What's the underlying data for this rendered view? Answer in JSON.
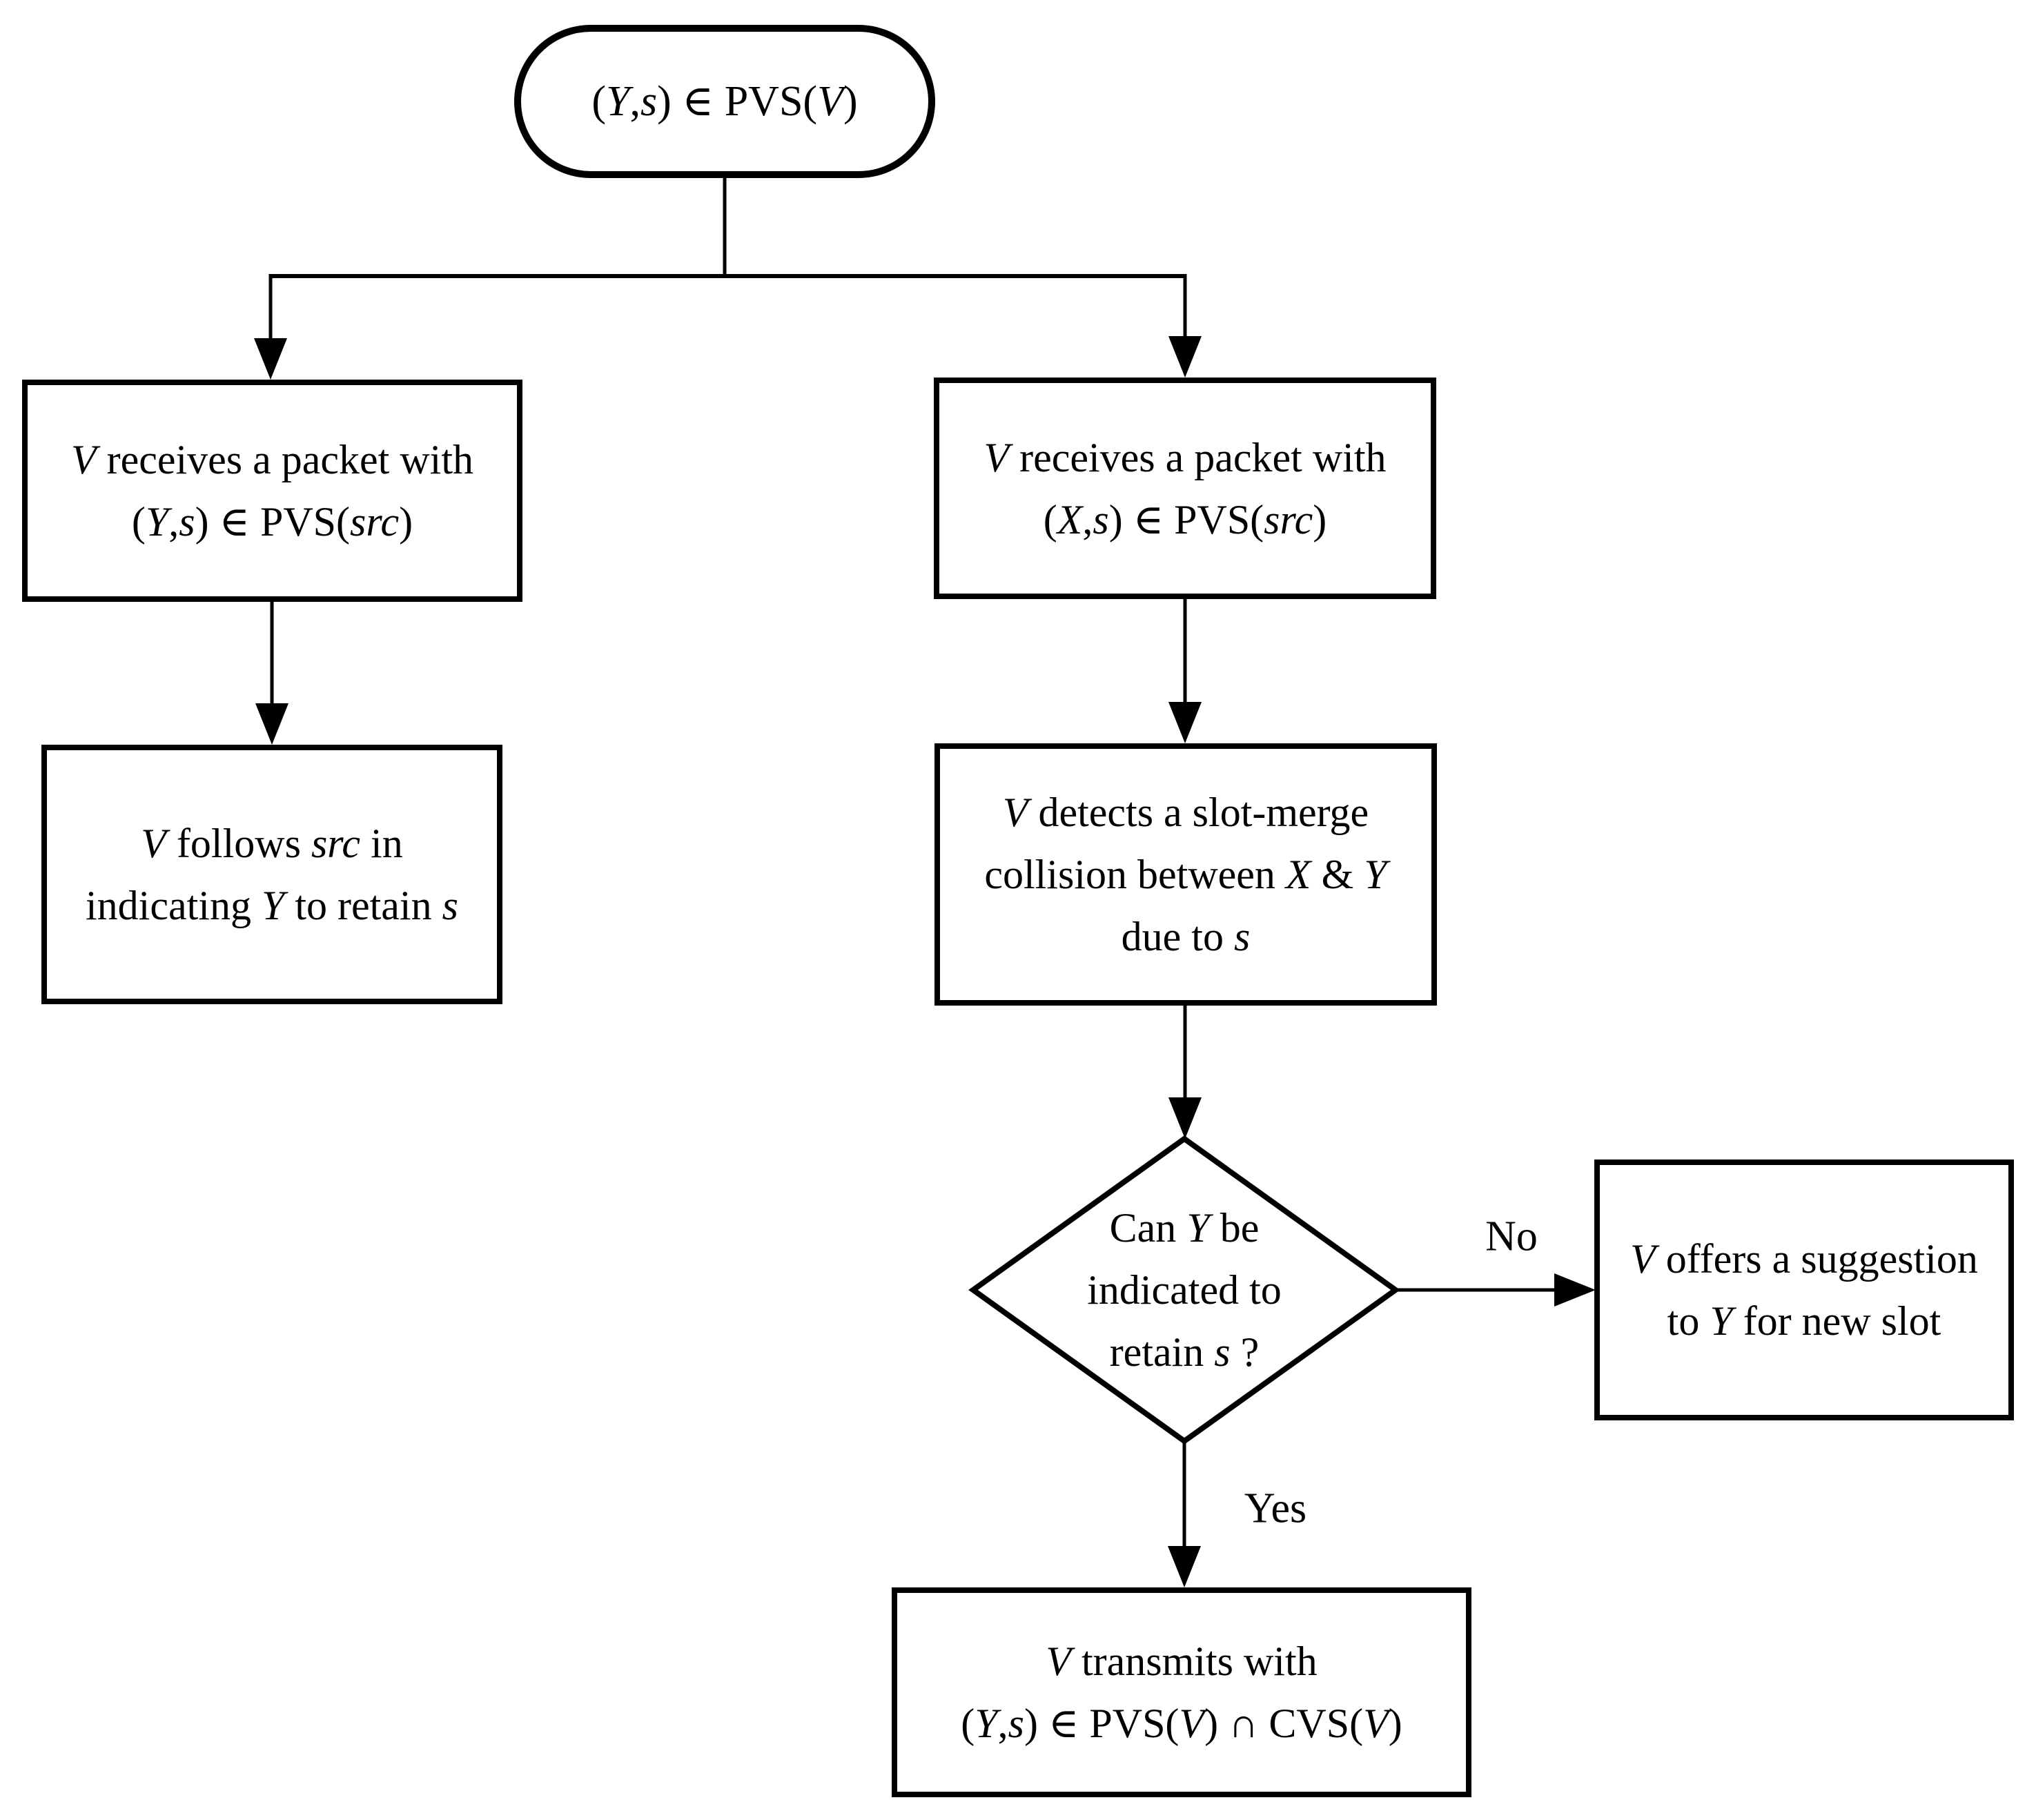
{
  "page": {
    "background": "#ffffff",
    "stroke_color": "#000000",
    "text_color": "#000000"
  },
  "flowchart": {
    "nodes": [
      {
        "id": "start",
        "shape": "terminator",
        "lines": [
          [
            {
              "t": "(",
              "i": false
            },
            {
              "t": "Y",
              "i": true
            },
            {
              "t": ",",
              "i": false
            },
            {
              "t": "s",
              "i": true
            },
            {
              "t": ") ∈ PVS(",
              "i": false
            },
            {
              "t": "V",
              "i": true
            },
            {
              "t": ")",
              "i": false
            }
          ]
        ]
      },
      {
        "id": "receive-y",
        "shape": "process",
        "lines": [
          [
            {
              "t": "V",
              "i": true
            },
            {
              "t": " receives a packet with",
              "i": false
            }
          ],
          [
            {
              "t": "(",
              "i": false
            },
            {
              "t": "Y",
              "i": true
            },
            {
              "t": ",",
              "i": false
            },
            {
              "t": "s",
              "i": true
            },
            {
              "t": ") ∈ PVS(",
              "i": false
            },
            {
              "t": "src",
              "i": true
            },
            {
              "t": ")",
              "i": false
            }
          ]
        ]
      },
      {
        "id": "receive-x",
        "shape": "process",
        "lines": [
          [
            {
              "t": "V",
              "i": true
            },
            {
              "t": " receives a packet with",
              "i": false
            }
          ],
          [
            {
              "t": "(",
              "i": false
            },
            {
              "t": "X",
              "i": true
            },
            {
              "t": ",",
              "i": false
            },
            {
              "t": "s",
              "i": true
            },
            {
              "t": ") ∈ PVS(",
              "i": false
            },
            {
              "t": "src",
              "i": true
            },
            {
              "t": ")",
              "i": false
            }
          ]
        ]
      },
      {
        "id": "follow-src",
        "shape": "process",
        "lines": [
          [
            {
              "t": "V",
              "i": true
            },
            {
              "t": " follows ",
              "i": false
            },
            {
              "t": "src",
              "i": true
            },
            {
              "t": " in",
              "i": false
            }
          ],
          [
            {
              "t": "indicating ",
              "i": false
            },
            {
              "t": "Y",
              "i": true
            },
            {
              "t": " to retain ",
              "i": false
            },
            {
              "t": "s",
              "i": true
            }
          ]
        ]
      },
      {
        "id": "detect-collision",
        "shape": "process",
        "lines": [
          [
            {
              "t": "V",
              "i": true
            },
            {
              "t": " detects a slot-merge",
              "i": false
            }
          ],
          [
            {
              "t": "collision between ",
              "i": false
            },
            {
              "t": "X",
              "i": true
            },
            {
              "t": " & ",
              "i": false
            },
            {
              "t": "Y",
              "i": true
            }
          ],
          [
            {
              "t": "due to ",
              "i": false
            },
            {
              "t": "s",
              "i": true
            }
          ]
        ]
      },
      {
        "id": "decision",
        "shape": "decision",
        "lines": [
          [
            {
              "t": "Can ",
              "i": false
            },
            {
              "t": "Y",
              "i": true
            },
            {
              "t": " be",
              "i": false
            }
          ],
          [
            {
              "t": "indicated to",
              "i": false
            }
          ],
          [
            {
              "t": "retain ",
              "i": false
            },
            {
              "t": "s",
              "i": true
            },
            {
              "t": " ?",
              "i": false
            }
          ]
        ]
      },
      {
        "id": "suggest",
        "shape": "process",
        "lines": [
          [
            {
              "t": "V",
              "i": true
            },
            {
              "t": " offers a suggestion",
              "i": false
            }
          ],
          [
            {
              "t": "to ",
              "i": false
            },
            {
              "t": "Y",
              "i": true
            },
            {
              "t": " for new slot",
              "i": false
            }
          ]
        ]
      },
      {
        "id": "transmit",
        "shape": "process",
        "lines": [
          [
            {
              "t": "V",
              "i": true
            },
            {
              "t": " transmits with",
              "i": false
            }
          ],
          [
            {
              "t": "(",
              "i": false
            },
            {
              "t": "Y",
              "i": true
            },
            {
              "t": ",",
              "i": false
            },
            {
              "t": "s",
              "i": true
            },
            {
              "t": ") ∈ PVS(",
              "i": false
            },
            {
              "t": "V",
              "i": true
            },
            {
              "t": ") ∩ CVS(",
              "i": false
            },
            {
              "t": "V",
              "i": true
            },
            {
              "t": ")",
              "i": false
            }
          ]
        ]
      }
    ],
    "edges": [
      {
        "from": "start",
        "to": "branch-split",
        "label": ""
      },
      {
        "from": "branch-split",
        "to": "receive-y",
        "label": ""
      },
      {
        "from": "branch-split",
        "to": "receive-x",
        "label": ""
      },
      {
        "from": "receive-y",
        "to": "follow-src",
        "label": ""
      },
      {
        "from": "receive-x",
        "to": "detect-collision",
        "label": ""
      },
      {
        "from": "detect-collision",
        "to": "decision",
        "label": ""
      },
      {
        "from": "decision",
        "to": "suggest",
        "label": "No"
      },
      {
        "from": "decision",
        "to": "transmit",
        "label": "Yes"
      }
    ]
  }
}
